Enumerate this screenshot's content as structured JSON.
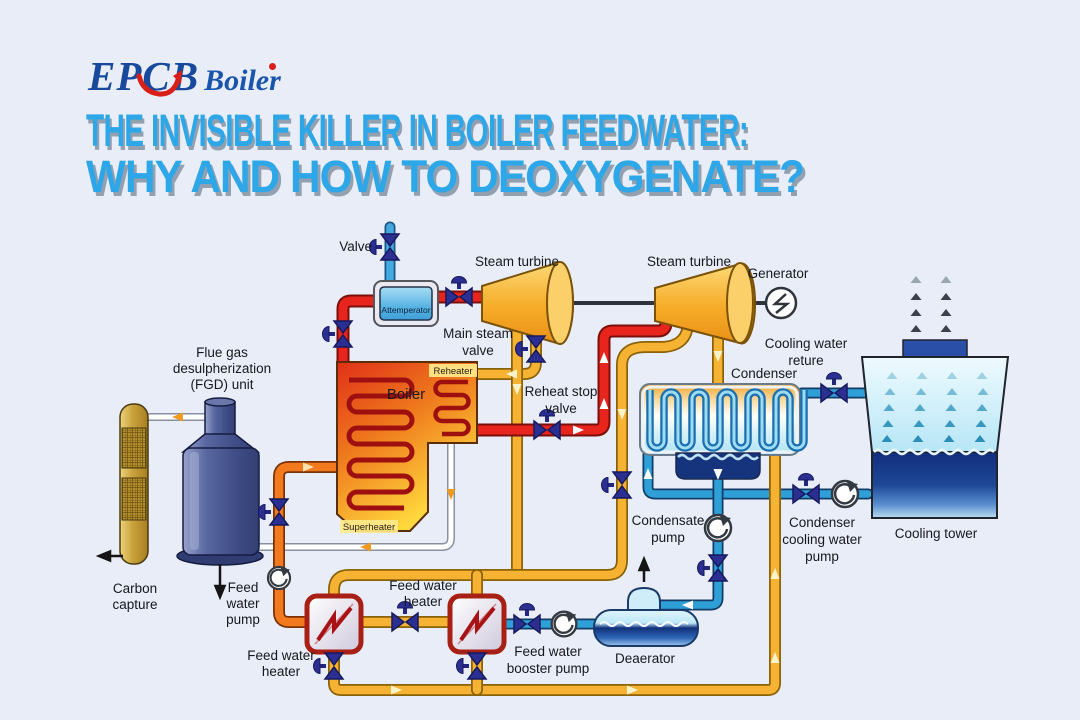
{
  "logo": {
    "brand": "EPCB",
    "product": "Boiler"
  },
  "title": {
    "line1": "THE INVISIBLE KILLER IN BOILER FEEDWATER:",
    "line2": "WHY AND HOW TO DEOXYGENATE?"
  },
  "diagram": {
    "labels": {
      "valve": "Valve",
      "attemperator": "Attemperator",
      "steam_turbine_left": "Steam turbine",
      "steam_turbine_right": "Steam turbine",
      "generator": "Generator",
      "main_steam_valve": [
        "Main steam",
        "valve"
      ],
      "reheat_stop_valve": [
        "Reheat stop",
        "valve"
      ],
      "reheater": "Reheater",
      "boiler": "Boiler",
      "superheater": "Superheater",
      "fgd_unit": [
        "Flue gas",
        "desulpherization",
        "(FGD) unit"
      ],
      "carbon_capture": [
        "Carbon",
        "capture"
      ],
      "feed_water_pump": [
        "Feed",
        "water",
        "pump"
      ],
      "feed_water_heater_left": [
        "Feed water",
        "heater"
      ],
      "feed_water_heater_mid": [
        "Feed water",
        "heater"
      ],
      "feed_water_booster_pump": [
        "Feed water",
        "booster pump"
      ],
      "deaerator": "Deaerator",
      "condensate_pump": [
        "Condensate",
        "pump"
      ],
      "condenser": "Condenser",
      "cooling_water_return": [
        "Cooling water",
        "reture"
      ],
      "condenser_cooling_water_pump": [
        "Condenser",
        "cooling water",
        "pump"
      ],
      "cooling_tower": "Cooling tower"
    },
    "colors": {
      "title_blue": "#2ea7e8",
      "logo_blue": "#17499c",
      "swoosh_red": "#d92018",
      "steam_pipe_red": "#e8251c",
      "extraction_pipe_yellow": "#f5b233",
      "feedwater_pipe_orange": "#f2791e",
      "water_pipe_blue": "#2f9fd8",
      "flue_pipe_white": "#ffffff",
      "valve_indigo": "#2b2f92",
      "background": "#e9edf8"
    }
  }
}
